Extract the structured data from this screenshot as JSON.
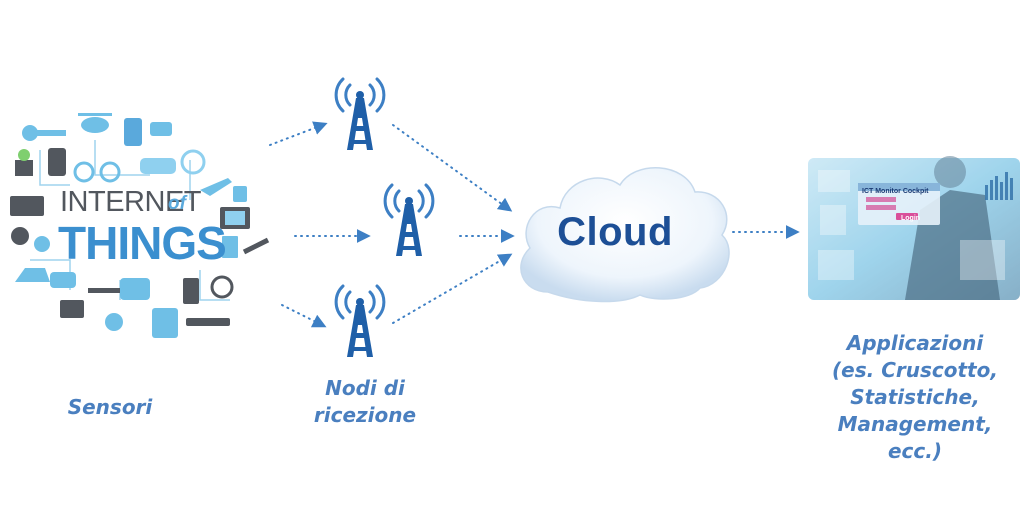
{
  "labels": {
    "sensori": "Sensori",
    "nodi": [
      "Nodi di",
      "ricezione"
    ],
    "applicazioni": [
      "Applicazioni",
      "(es. Cruscotto,",
      "Statistiche,",
      "Management,",
      "ecc.)"
    ]
  },
  "cloud": {
    "label": "Cloud"
  },
  "iot_logo": {
    "line1": "INTERNET",
    "line1_suffix": "of",
    "line2": "THINGS"
  },
  "dashboard": {
    "title": "ICT Monitor Cockpit",
    "login_button": "Login"
  },
  "colors": {
    "label_blue": "#4a7fbf",
    "arrow_blue": "#3d7fc4",
    "antenna_blue": "#1f5fa8",
    "cloud_text": "#1d4f96",
    "icon_blue": "#6fbfe6"
  }
}
